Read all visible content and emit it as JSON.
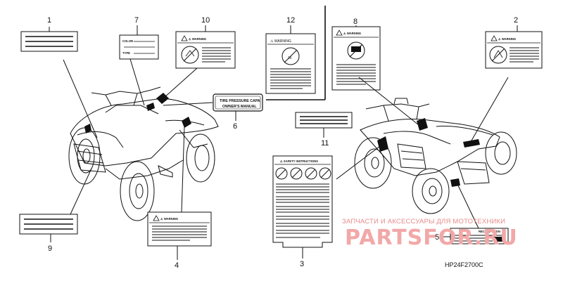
{
  "callouts": [
    {
      "id": "1",
      "text": "1"
    },
    {
      "id": "2",
      "text": "2"
    },
    {
      "id": "3",
      "text": "3"
    },
    {
      "id": "4",
      "text": "4"
    },
    {
      "id": "5",
      "text": "5"
    },
    {
      "id": "6",
      "text": "6"
    },
    {
      "id": "7",
      "text": "7"
    },
    {
      "id": "8",
      "text": "8"
    },
    {
      "id": "9",
      "text": "9"
    },
    {
      "id": "10",
      "text": "10"
    },
    {
      "id": "11",
      "text": "11"
    },
    {
      "id": "12",
      "text": "12"
    }
  ],
  "labels": {
    "label7_line1": "COLOR",
    "label7_line2": "TYPE",
    "warning_header": "⚠ WARNING",
    "label12_header": "⚠ WARNING",
    "label6_line1": "TIRE PRESSURE CAPA",
    "label6_line2": "OWNER'S MANUAL",
    "label3_header": "⚠ SAFETY INSTRUCTIONS",
    "label5_text": "RECALL WHEN"
  },
  "watermark": {
    "text": "ЗАПЧАСТИ И АКСЕССУАРЫ ДЛЯ МОТОТЕХНИКИ",
    "logo": "PARTSFOR.RU"
  },
  "diagram_code": "HP24F2700C"
}
